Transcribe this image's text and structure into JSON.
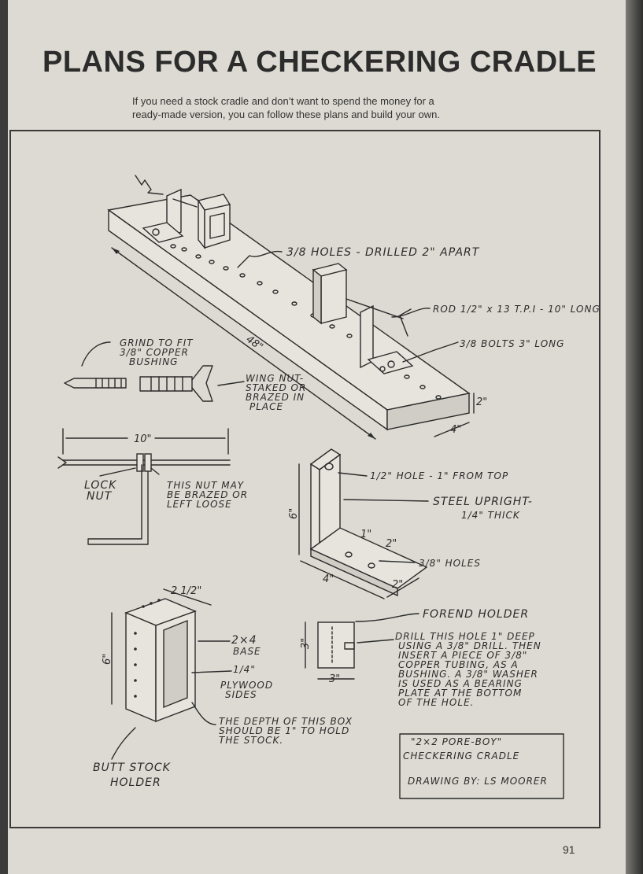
{
  "page": {
    "title": "PLANS FOR A CHECKERING CRADLE",
    "subtitle_line1": "If you need a stock cradle and don’t want to spend the money for a",
    "subtitle_line2": "ready-made version, you can follow these plans and build your own.",
    "page_number": "91"
  },
  "drawing": {
    "main_base": {
      "holes_label": "3/8 HOLES - DRILLED 2\" APART",
      "rod_label": "ROD 1/2\" x 13 T.P.I - 10\" LONG",
      "bolts_label": "3/8 BOLTS 3\" LONG",
      "length_dim": "48\"",
      "height_dim": "2\"",
      "width_dim": "4\""
    },
    "rod_detail": {
      "grind_l1": "GRIND TO FIT",
      "grind_l2": "3/8\" COPPER",
      "grind_l3": "BUSHING",
      "wing_l1": "WING NUT-",
      "wing_l2": "STAKED OR",
      "wing_l3": "BRAZED IN",
      "wing_l4": "PLACE"
    },
    "handle_detail": {
      "length_dim": "10\"",
      "lock_l1": "LOCK",
      "lock_l2": "NUT",
      "nut_l1": "THIS NUT MAY",
      "nut_l2": "BE BRAZED OR",
      "nut_l3": "LEFT LOOSE"
    },
    "upright_detail": {
      "hole_label": "1/2\" HOLE - 1\" FROM TOP",
      "steel_l1": "STEEL UPRIGHT-",
      "steel_l2": "1/4\" THICK",
      "holes_label": "3/8\" HOLES",
      "height_dim": "6\"",
      "width_dim": "4\"",
      "depth_dim": "2\"",
      "spacing_a": "1\"",
      "spacing_b": "2\""
    },
    "butt_detail": {
      "width_dim": "2 1/2\"",
      "height_dim": "6\"",
      "base_l1": "2×4",
      "base_l2": "BASE",
      "ply_l1": "1/4\"",
      "ply_l2": "PLYWOOD",
      "ply_l3": "SIDES",
      "depth_l1": "THE DEPTH OF THIS BOX",
      "depth_l2": "SHOULD BE 1\" TO HOLD",
      "depth_l3": "THE STOCK.",
      "holder_l1": "BUTT STOCK",
      "holder_l2": "HOLDER"
    },
    "forend_detail": {
      "title": "FOREND HOLDER",
      "height_dim": "3\"",
      "width_dim": "3\"",
      "drill_l1": "DRILL THIS HOLE 1\" DEEP",
      "drill_l2": "USING A 3/8\" DRILL. THEN",
      "drill_l3": "INSERT A PIECE OF 3/8\"",
      "drill_l4": "COPPER TUBING, AS A",
      "drill_l5": "BUSHING. A 3/8\" WASHER",
      "drill_l6": "IS USED AS A BEARING",
      "drill_l7": "PLATE AT THE BOTTOM",
      "drill_l8": "OF THE HOLE."
    },
    "credit": {
      "line1": "\"2×2 PORE-BOY\"",
      "line2": "CHECKERING CRADLE",
      "line3": "DRAWING BY: LS MOORER"
    }
  }
}
